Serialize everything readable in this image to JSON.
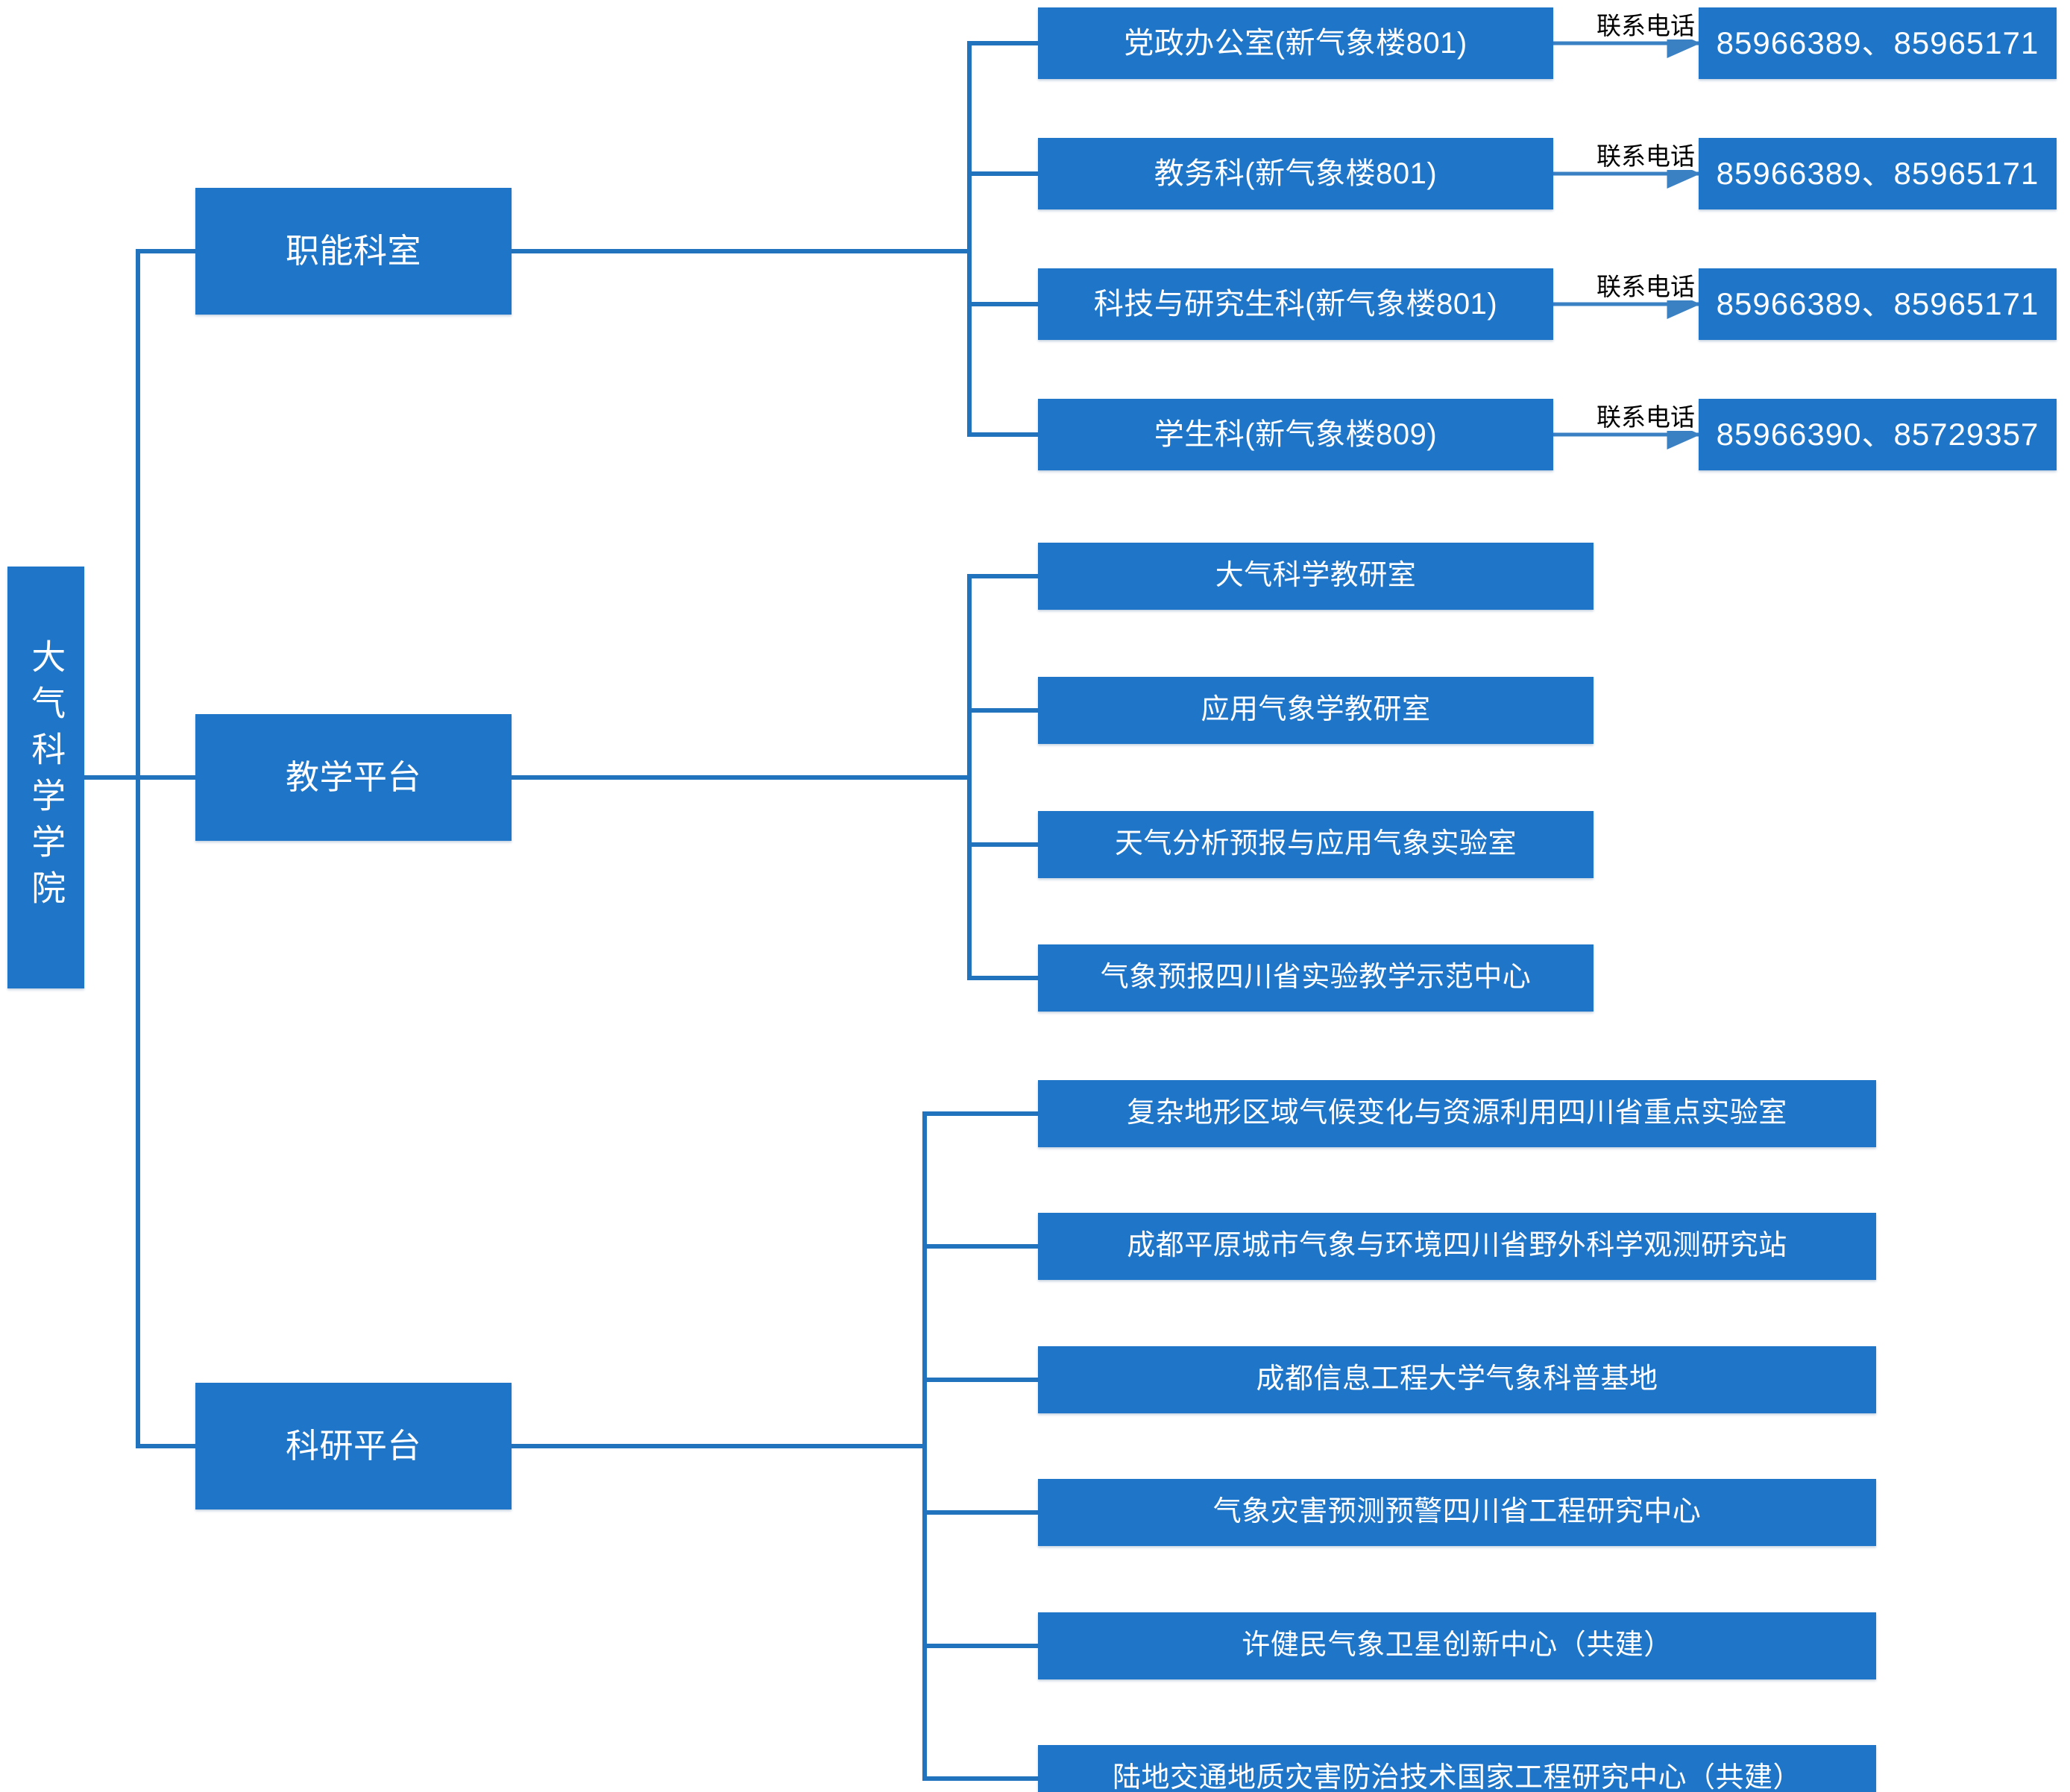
{
  "diagram": {
    "root": {
      "label": "大气科学学院"
    },
    "branches": [
      {
        "id": "functional-offices",
        "label": "职能科室",
        "children": [
          {
            "label": "党政办公室(新气象楼801)",
            "edge_label": "联系电话",
            "phone": "85966389、85965171"
          },
          {
            "label": "教务科(新气象楼801)",
            "edge_label": "联系电话",
            "phone": "85966389、85965171"
          },
          {
            "label": "科技与研究生科(新气象楼801)",
            "edge_label": "联系电话",
            "phone": "85966389、85965171"
          },
          {
            "label": "学生科(新气象楼809)",
            "edge_label": "联系电话",
            "phone": "85966390、85729357"
          }
        ]
      },
      {
        "id": "teaching-platform",
        "label": "教学平台",
        "children": [
          {
            "label": "大气科学教研室"
          },
          {
            "label": "应用气象学教研室"
          },
          {
            "label": "天气分析预报与应用气象实验室"
          },
          {
            "label": "气象预报四川省实验教学示范中心"
          }
        ]
      },
      {
        "id": "research-platform",
        "label": "科研平台",
        "children": [
          {
            "label": "复杂地形区域气候变化与资源利用四川省重点实验室"
          },
          {
            "label": "成都平原城市气象与环境四川省野外科学观测研究站"
          },
          {
            "label": "成都信息工程大学气象科普基地"
          },
          {
            "label": "气象灾害预测预警四川省工程研究中心"
          },
          {
            "label": "许健民气象卫星创新中心（共建）"
          },
          {
            "label": "陆地交通地质灾害防治技术国家工程研究中心（共建）"
          }
        ]
      }
    ],
    "colors": {
      "node_fill": "#1f76c8",
      "node_text": "#ffffff",
      "connector": "#2273bd",
      "arrow": "#3a81c4",
      "edge_label_text": "#000000",
      "background": "#ffffff"
    }
  }
}
